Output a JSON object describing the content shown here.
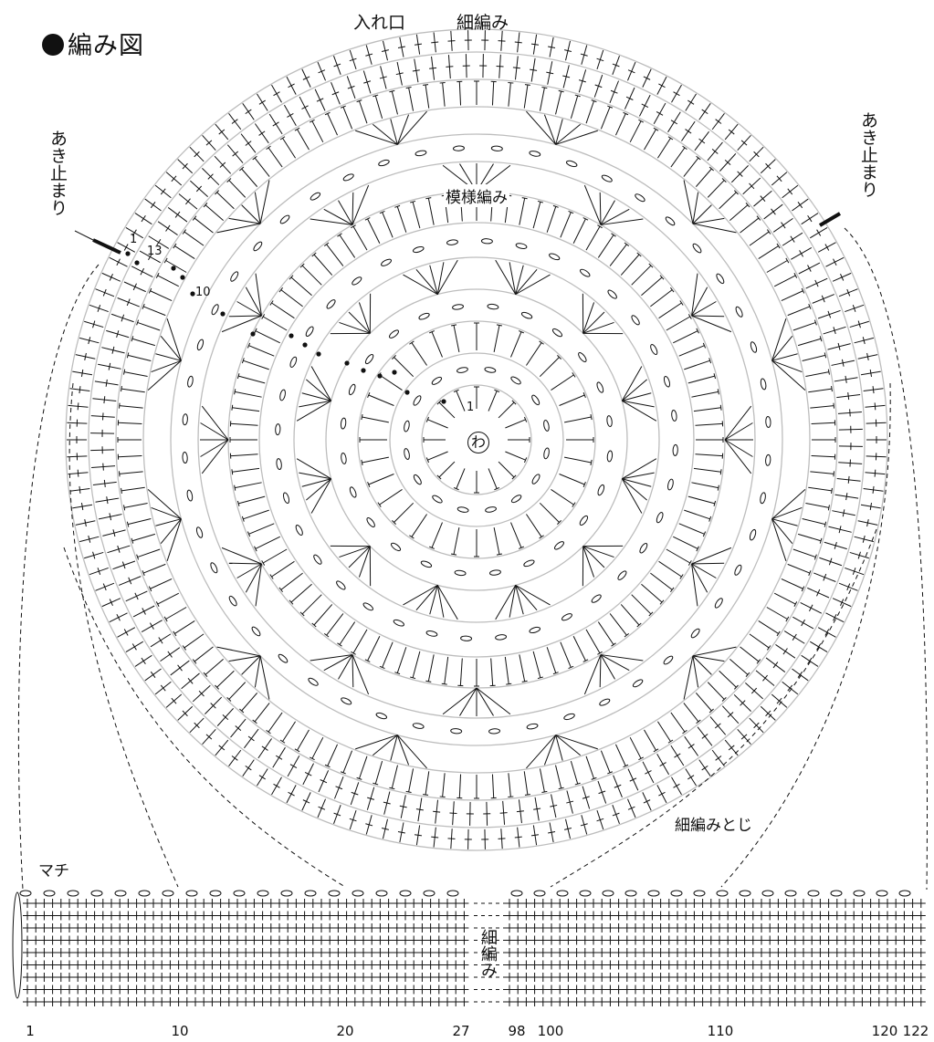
{
  "title": "編み図",
  "labels": {
    "opening": "入れ口",
    "single_crochet_top": "細編み",
    "stop_left": "あき止まり",
    "stop_right": "あき止まり",
    "pattern": "模様編み",
    "closure": "細編みとじ",
    "gusset": "マチ",
    "single_crochet_side": "細編み",
    "ring": "わ",
    "round_1_start": "1",
    "round_13": "13",
    "round_10": "10",
    "round_1_center": "1"
  },
  "stitch_numbers": [
    "1",
    "10",
    "20",
    "27",
    "98",
    "100",
    "110",
    "120",
    "122"
  ],
  "gusset_rows": 9,
  "gusset_stitches": 122,
  "rounds": 13,
  "colors": {
    "ink": "#111111",
    "guide": "#bdbdbd"
  }
}
